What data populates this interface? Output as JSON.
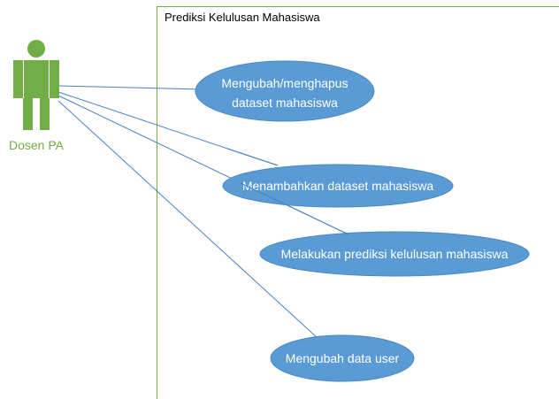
{
  "system": {
    "title": "Prediksi Kelulusan Mahasiswa"
  },
  "actor": {
    "label": "Dosen PA",
    "icon": "person-icon",
    "color": "#70ad47"
  },
  "use_cases": [
    {
      "id": "uc-edit",
      "lines": [
        "Mengubah/menghapus",
        "dataset mahasiswa"
      ]
    },
    {
      "id": "uc-add",
      "lines": [
        "Menambahkan dataset mahasiswa"
      ]
    },
    {
      "id": "uc-predict",
      "lines": [
        "Melakukan prediksi kelulusan mahasiswa"
      ]
    },
    {
      "id": "uc-user",
      "lines": [
        "Mengubah data user"
      ]
    }
  ],
  "colors": {
    "usecase_fill": "#5b9bd5",
    "usecase_stroke": "#4a88c4",
    "usecase_text": "#ffffff",
    "association": "#4a7fbf",
    "boundary": "#70ad47"
  }
}
